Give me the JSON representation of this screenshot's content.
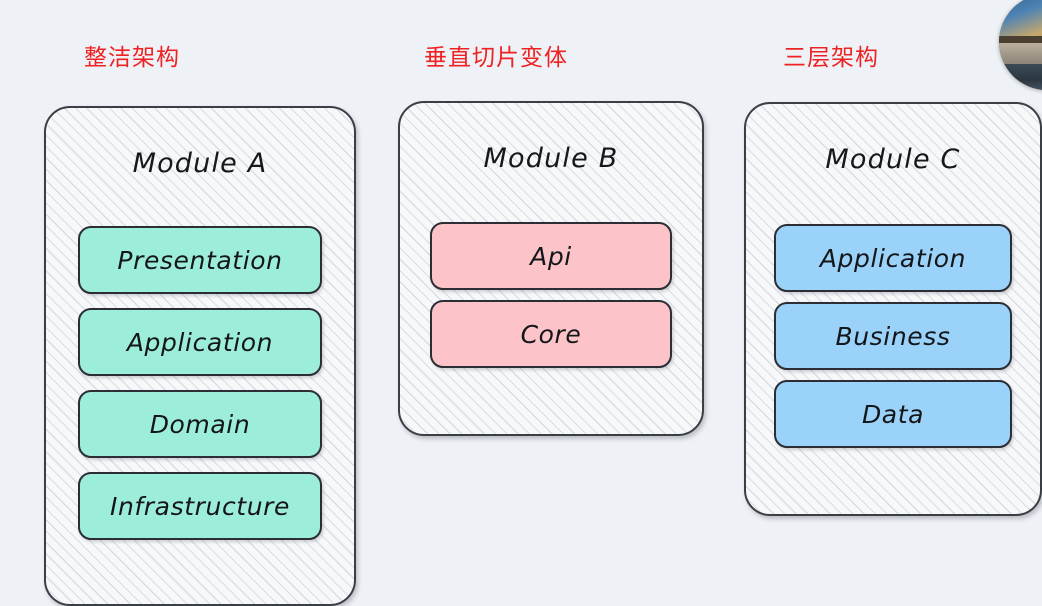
{
  "background_color": "#eef1f6",
  "title_color": "#ee2222",
  "columns": [
    {
      "title": "整洁架构",
      "module_title": "Module A",
      "accent_color": "#9ceedb",
      "layers": [
        "Presentation",
        "Application",
        "Domain",
        "Infrastructure"
      ]
    },
    {
      "title": "垂直切片变体",
      "module_title": "Module B",
      "accent_color": "#fcc4c9",
      "layers": [
        "Api",
        "Core"
      ]
    },
    {
      "title": "三层架构",
      "module_title": "Module C",
      "accent_color": "#9ad2f9",
      "layers": [
        "Application",
        "Business",
        "Data"
      ]
    }
  ],
  "overlay": {
    "webcam_label": "webcam-bubble"
  }
}
